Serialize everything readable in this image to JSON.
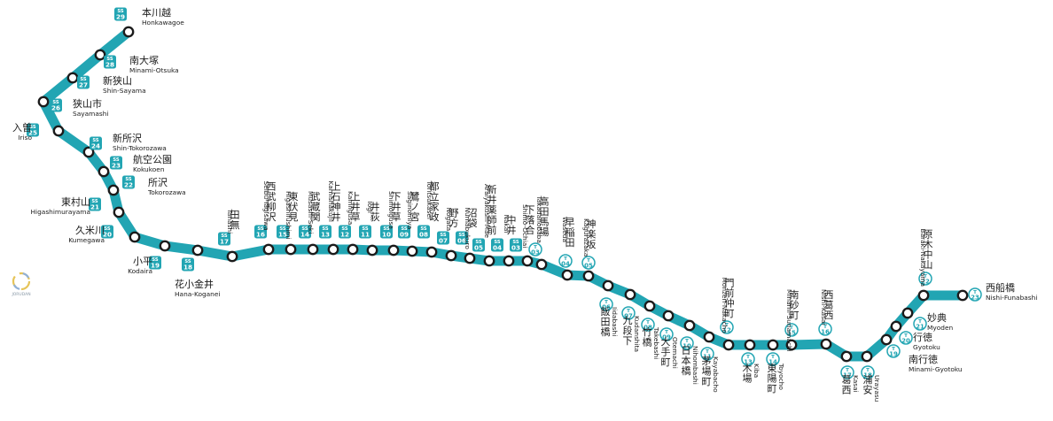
{
  "line_color": "#22a5b3",
  "logo": {
    "text": "JORUDAN"
  },
  "stations": [
    {
      "jp": "本川越",
      "en": "Honkawagoe",
      "line": "SS",
      "num": "29"
    },
    {
      "jp": "南大塚",
      "en": "Minami-Otsuka",
      "line": "SS",
      "num": "28"
    },
    {
      "jp": "新狭山",
      "en": "Shin-Sayama",
      "line": "SS",
      "num": "27"
    },
    {
      "jp": "狭山市",
      "en": "Sayamashi",
      "line": "SS",
      "num": "26"
    },
    {
      "jp": "入曽",
      "en": "Iriso",
      "line": "SS",
      "num": "25"
    },
    {
      "jp": "新所沢",
      "en": "Shin-Tokorozawa",
      "line": "SS",
      "num": "24"
    },
    {
      "jp": "航空公園",
      "en": "Kokukoen",
      "line": "SS",
      "num": "23"
    },
    {
      "jp": "所沢",
      "en": "Tokorozawa",
      "line": "SS",
      "num": "22"
    },
    {
      "jp": "東村山",
      "en": "Higashimurayama",
      "line": "SS",
      "num": "21"
    },
    {
      "jp": "久米川",
      "en": "Kumegawa",
      "line": "SS",
      "num": "20"
    },
    {
      "jp": "小平",
      "en": "Kodaira",
      "line": "SS",
      "num": "19"
    },
    {
      "jp": "花小金井",
      "en": "Hana-Koganei",
      "line": "SS",
      "num": "18"
    },
    {
      "jp": "田無",
      "en": "Tanashi",
      "line": "SS",
      "num": "17"
    },
    {
      "jp": "西武柳沢",
      "en": "Seibu-Yagisawa",
      "line": "SS",
      "num": "16"
    },
    {
      "jp": "東伏見",
      "en": "Higashifushimi",
      "line": "SS",
      "num": "15"
    },
    {
      "jp": "武蔵関",
      "en": "Musashi-Seki",
      "line": "SS",
      "num": "14"
    },
    {
      "jp": "上石神井",
      "en": "Kamishakujii",
      "line": "SS",
      "num": "13"
    },
    {
      "jp": "上井草",
      "en": "Kamiigusa",
      "line": "SS",
      "num": "12"
    },
    {
      "jp": "井荻",
      "en": "Iogi",
      "line": "SS",
      "num": "11"
    },
    {
      "jp": "下井草",
      "en": "Shimoigusa",
      "line": "SS",
      "num": "10"
    },
    {
      "jp": "鷺ノ宮",
      "en": "Saginomiya",
      "line": "SS",
      "num": "09"
    },
    {
      "jp": "都立家政",
      "en": "Toritsukasei",
      "line": "SS",
      "num": "08"
    },
    {
      "jp": "野方",
      "en": "Nogata",
      "line": "SS",
      "num": "07"
    },
    {
      "jp": "沼袋",
      "en": "Numabukuro",
      "line": "SS",
      "num": "06"
    },
    {
      "jp": "新井薬師前",
      "en": "Araiyakushi-Mae",
      "line": "SS",
      "num": "05"
    },
    {
      "jp": "中井",
      "en": "Nakai",
      "line": "SS",
      "num": "04"
    },
    {
      "jp": "下落合",
      "en": "Shimo-Ochiai",
      "line": "SS",
      "num": "03"
    },
    {
      "jp": "高田馬場",
      "en": "Takadanobaba",
      "line": "T",
      "num": "03"
    },
    {
      "jp": "早稲田",
      "en": "Waseda",
      "line": "T",
      "num": "04"
    },
    {
      "jp": "神楽坂",
      "en": "Kagurazaka",
      "line": "T",
      "num": "05"
    },
    {
      "jp": "飯田橋",
      "en": "Iidabashi",
      "line": "T",
      "num": "06"
    },
    {
      "jp": "九段下",
      "en": "Kudanshita",
      "line": "T",
      "num": "07"
    },
    {
      "jp": "竹橋",
      "en": "Takebashi",
      "line": "T",
      "num": "08"
    },
    {
      "jp": "大手町",
      "en": "Otemachi",
      "line": "T",
      "num": "09"
    },
    {
      "jp": "日本橋",
      "en": "Nihombashi",
      "line": "T",
      "num": "10"
    },
    {
      "jp": "茅場町",
      "en": "Kayabacho",
      "line": "T",
      "num": "11"
    },
    {
      "jp": "門前仲町",
      "en": "Monzen-Nakacho",
      "line": "T",
      "num": "12"
    },
    {
      "jp": "木場",
      "en": "Kiba",
      "line": "T",
      "num": "13"
    },
    {
      "jp": "東陽町",
      "en": "Toyocho",
      "line": "T",
      "num": "14"
    },
    {
      "jp": "南砂町",
      "en": "Minami-Sunamachi",
      "line": "T",
      "num": "15"
    },
    {
      "jp": "西葛西",
      "en": "Nishi-Kasai",
      "line": "T",
      "num": "16"
    },
    {
      "jp": "葛西",
      "en": "Kasai",
      "line": "T",
      "num": "17"
    },
    {
      "jp": "浦安",
      "en": "Urayasu",
      "line": "T",
      "num": "18"
    },
    {
      "jp": "南行徳",
      "en": "Minami-Gyotoku",
      "line": "T",
      "num": "19"
    },
    {
      "jp": "行徳",
      "en": "Gyotoku",
      "line": "T",
      "num": "20"
    },
    {
      "jp": "妙典",
      "en": "Myoden",
      "line": "T",
      "num": "21"
    },
    {
      "jp": "原木中山",
      "en": "Baraki-Nakayama",
      "line": "T",
      "num": "22"
    },
    {
      "jp": "西船橋",
      "en": "Nishi-Funabashi",
      "line": "T",
      "num": "23"
    }
  ]
}
